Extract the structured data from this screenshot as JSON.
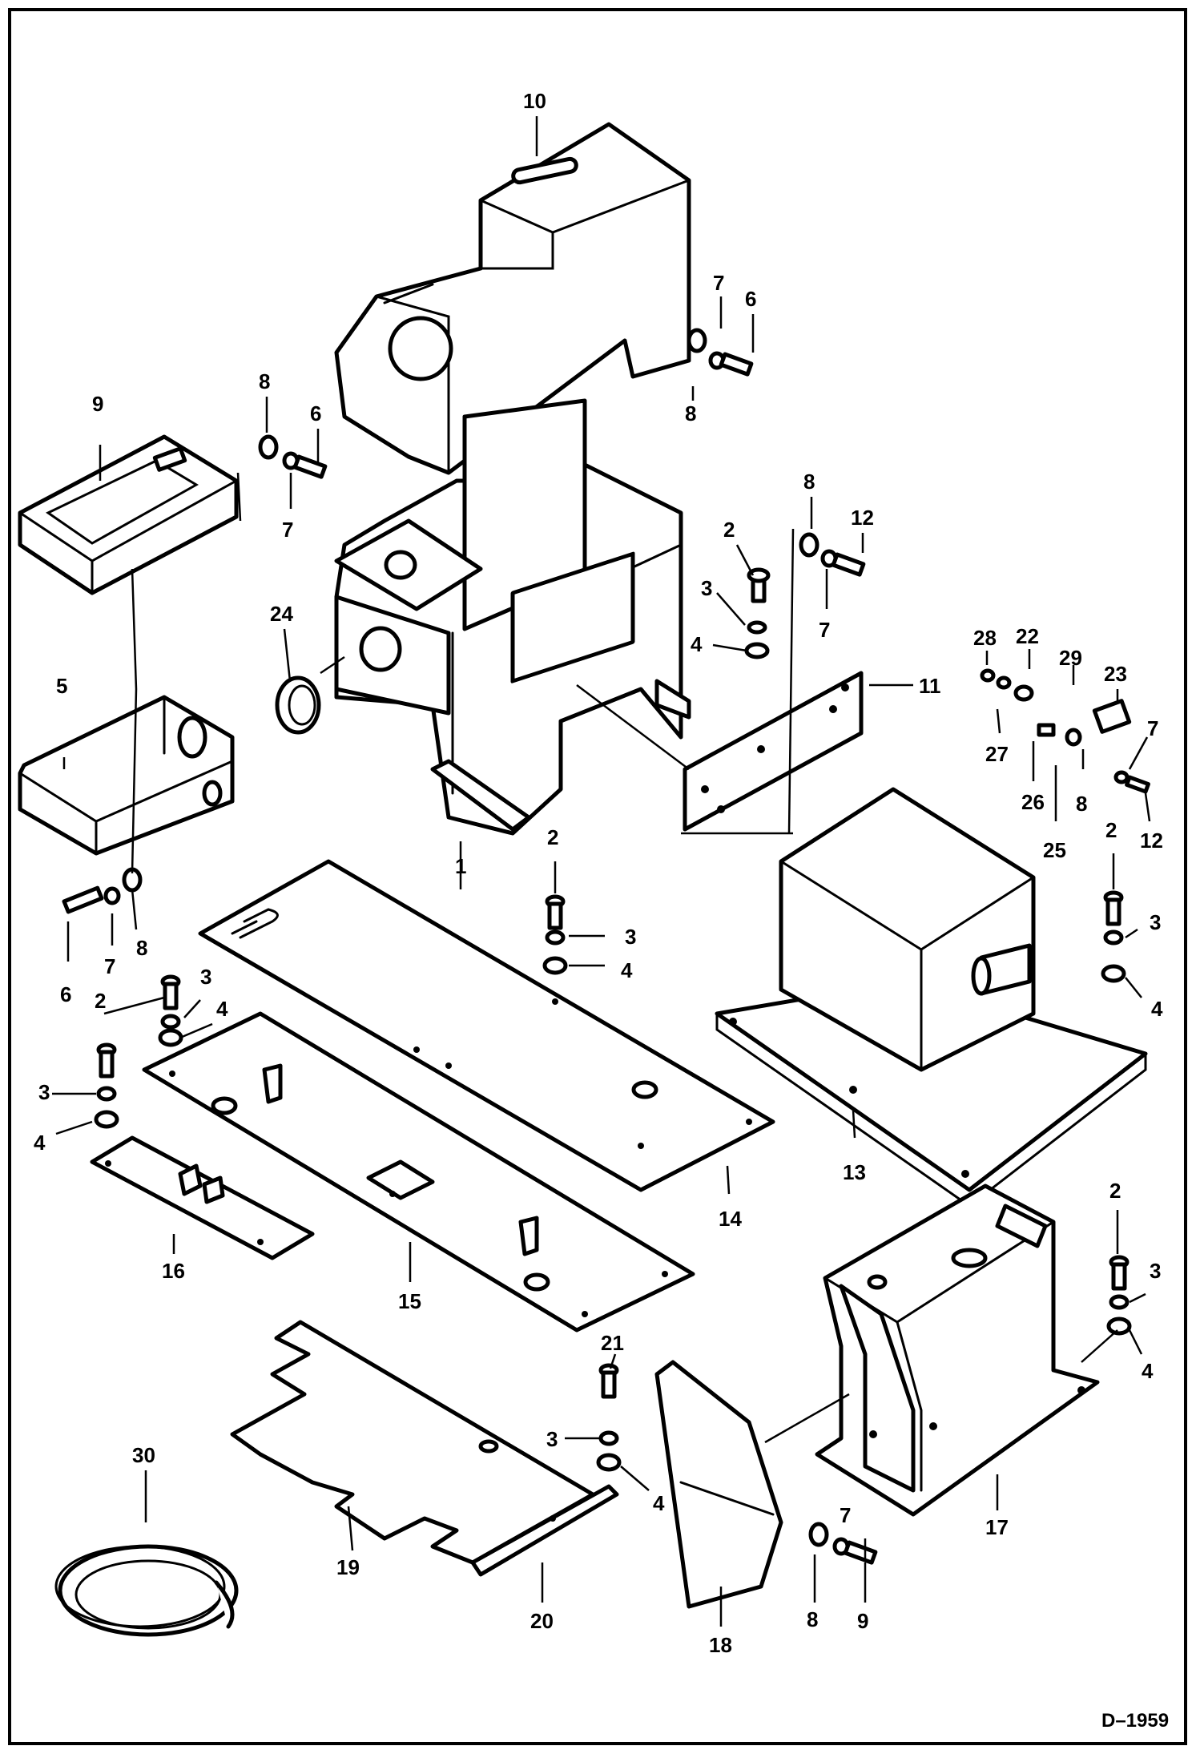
{
  "drawing_number": "D–1959",
  "callouts": [
    {
      "id": "c10",
      "text": "10"
    },
    {
      "id": "c7a",
      "text": "7"
    },
    {
      "id": "c6a",
      "text": "6"
    },
    {
      "id": "c8a",
      "text": "8"
    },
    {
      "id": "c9a",
      "text": "9"
    },
    {
      "id": "c8b",
      "text": "8"
    },
    {
      "id": "c6b",
      "text": "6"
    },
    {
      "id": "c7b",
      "text": "7"
    },
    {
      "id": "c8c",
      "text": "8"
    },
    {
      "id": "c12a",
      "text": "12"
    },
    {
      "id": "c7c",
      "text": "7"
    },
    {
      "id": "c2a",
      "text": "2"
    },
    {
      "id": "c3a",
      "text": "3"
    },
    {
      "id": "c4a",
      "text": "4"
    },
    {
      "id": "c24",
      "text": "24"
    },
    {
      "id": "c5",
      "text": "5"
    },
    {
      "id": "c11",
      "text": "11"
    },
    {
      "id": "c28",
      "text": "28"
    },
    {
      "id": "c22",
      "text": "22"
    },
    {
      "id": "c29",
      "text": "29"
    },
    {
      "id": "c23",
      "text": "23"
    },
    {
      "id": "c27",
      "text": "27"
    },
    {
      "id": "c7d",
      "text": "7"
    },
    {
      "id": "c26",
      "text": "26"
    },
    {
      "id": "c8d",
      "text": "8"
    },
    {
      "id": "c25",
      "text": "25"
    },
    {
      "id": "c12b",
      "text": "12"
    },
    {
      "id": "c1",
      "text": "1"
    },
    {
      "id": "c2b",
      "text": "2"
    },
    {
      "id": "c3b",
      "text": "3"
    },
    {
      "id": "c4b",
      "text": "4"
    },
    {
      "id": "c2c",
      "text": "2"
    },
    {
      "id": "c3c",
      "text": "3"
    },
    {
      "id": "c4c",
      "text": "4"
    },
    {
      "id": "c6c",
      "text": "6"
    },
    {
      "id": "c7e",
      "text": "7"
    },
    {
      "id": "c8e",
      "text": "8"
    },
    {
      "id": "c2d",
      "text": "2"
    },
    {
      "id": "c3d",
      "text": "3"
    },
    {
      "id": "c4d",
      "text": "4"
    },
    {
      "id": "c3e",
      "text": "3"
    },
    {
      "id": "c4e",
      "text": "4"
    },
    {
      "id": "c14",
      "text": "14"
    },
    {
      "id": "c13",
      "text": "13"
    },
    {
      "id": "c16",
      "text": "16"
    },
    {
      "id": "c15",
      "text": "15"
    },
    {
      "id": "c2e",
      "text": "2"
    },
    {
      "id": "c3f",
      "text": "3"
    },
    {
      "id": "c4f",
      "text": "4"
    },
    {
      "id": "c21",
      "text": "21"
    },
    {
      "id": "c3g",
      "text": "3"
    },
    {
      "id": "c4g",
      "text": "4"
    },
    {
      "id": "c30",
      "text": "30"
    },
    {
      "id": "c19",
      "text": "19"
    },
    {
      "id": "c20",
      "text": "20"
    },
    {
      "id": "c18",
      "text": "18"
    },
    {
      "id": "c8f",
      "text": "8"
    },
    {
      "id": "c7f",
      "text": "7"
    },
    {
      "id": "c9b",
      "text": "9"
    },
    {
      "id": "c17",
      "text": "17"
    }
  ]
}
